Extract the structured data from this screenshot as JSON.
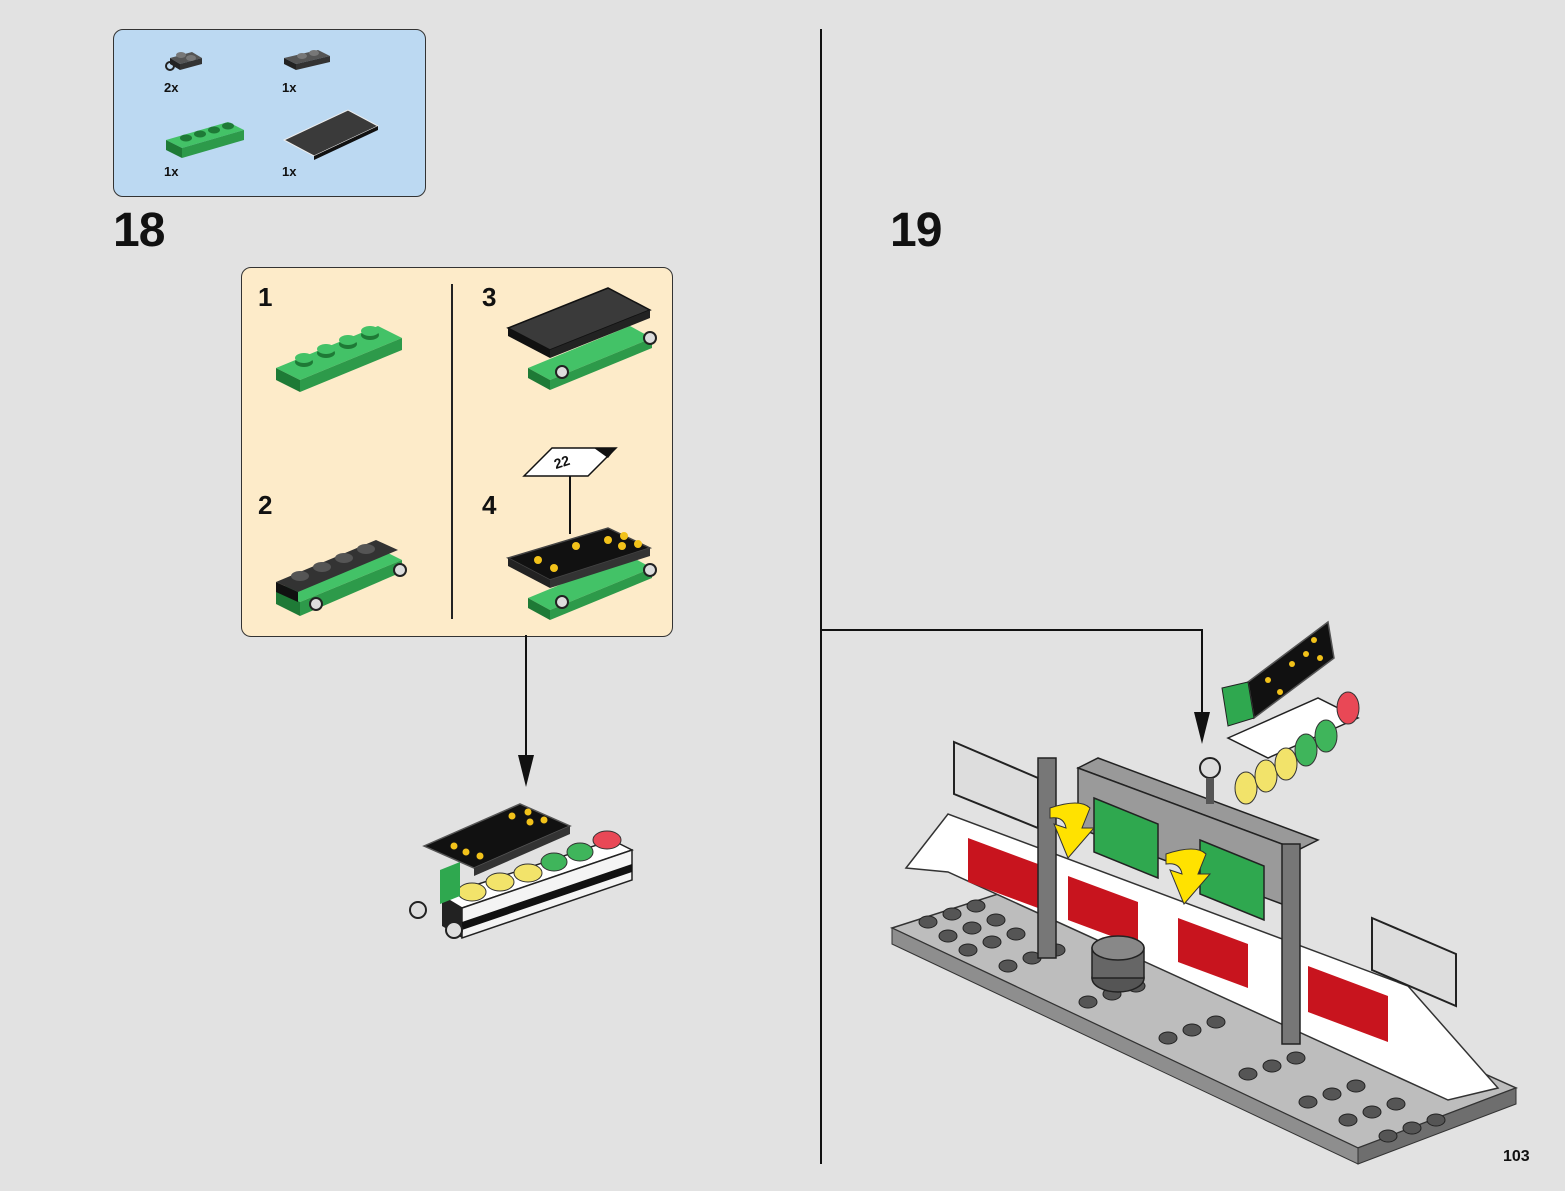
{
  "parts_list": {
    "items": [
      {
        "qty": "2x",
        "part": "black-plate-with-clip-icon"
      },
      {
        "qty": "1x",
        "part": "black-plate-1x2-icon"
      },
      {
        "qty": "1x",
        "part": "green-plate-1x4-icon"
      },
      {
        "qty": "1x",
        "part": "black-tile-2x4-icon"
      }
    ]
  },
  "step_18": {
    "number": "18",
    "substeps": [
      "1",
      "2",
      "3",
      "4"
    ],
    "sticker_number": "22"
  },
  "step_19": {
    "number": "19"
  },
  "page_number": "103",
  "colors": {
    "background": "#e2e2e2",
    "parts_box": "#bcd9f2",
    "substep_box": "#fdebc9",
    "lego_green": "#2fa84f",
    "lego_black": "#2a2a2a",
    "lego_red": "#c8141e",
    "lego_yellow": "#f2d21a",
    "arrow_yellow": "#ffe200"
  }
}
